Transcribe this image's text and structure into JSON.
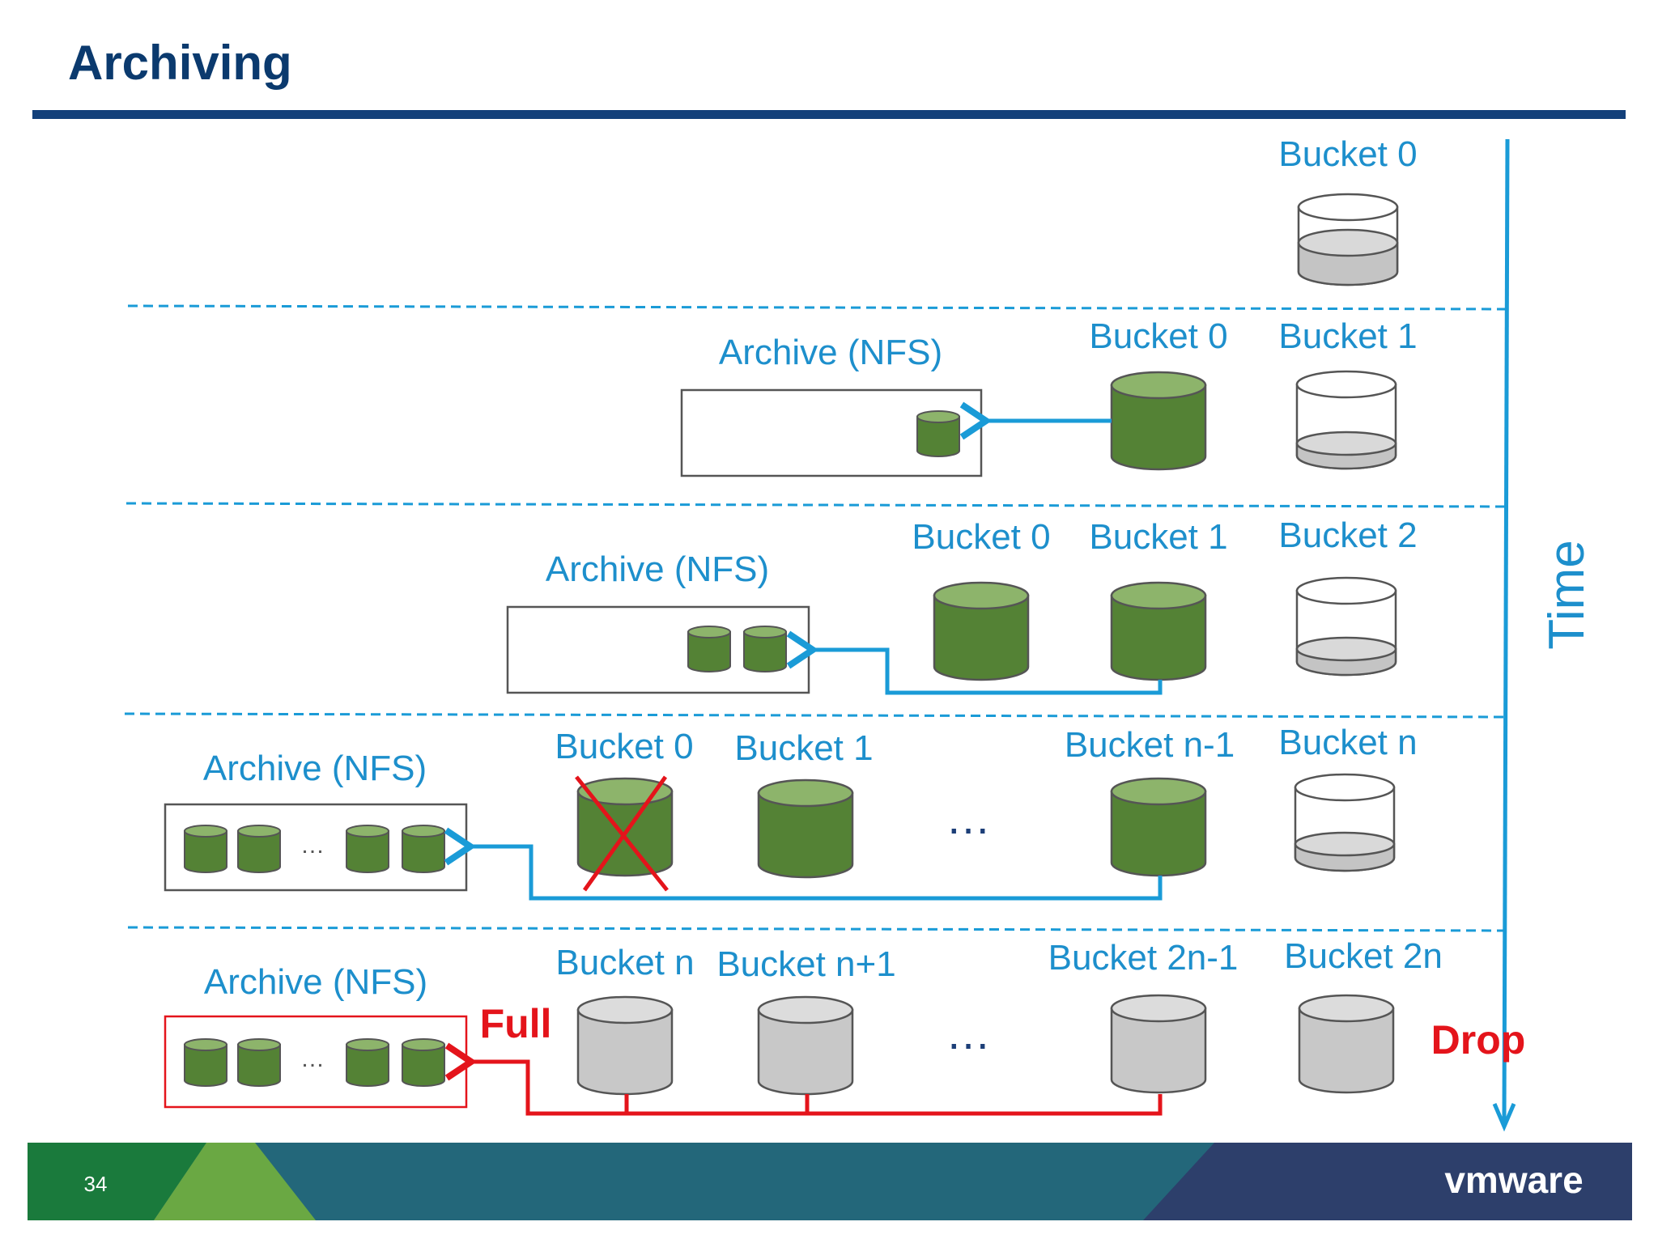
{
  "slide": {
    "title": "Archiving",
    "page_number": "34",
    "logo_text": "vmware",
    "time_label": "Time",
    "full_label": "Full",
    "drop_label": "Drop",
    "ellipsis_big": "…",
    "ellipsis_small": "…"
  },
  "colors": {
    "title": "#0b3a6e",
    "rule": "#13407a",
    "blue": "#1a9bd7",
    "label_blue": "#1d8fcc",
    "red": "#e4141b",
    "bucket_green": "#548235",
    "bucket_green_top": "#8db46b",
    "bucket_gray": "#c8c8c8",
    "footer_green": "#1a7a3c",
    "footer_teal": "#23677a",
    "footer_navy": "#2d3f6b"
  },
  "rows": [
    {
      "buckets": [
        "Bucket 0"
      ]
    },
    {
      "archive_label": "Archive (NFS)",
      "buckets": [
        "Bucket 0",
        "Bucket 1"
      ]
    },
    {
      "archive_label": "Archive (NFS)",
      "buckets": [
        "Bucket 0",
        "Bucket 1",
        "Bucket 2"
      ]
    },
    {
      "archive_label": "Archive (NFS)",
      "buckets": [
        "Bucket 0",
        "Bucket 1",
        "Bucket n-1",
        "Bucket n"
      ]
    },
    {
      "archive_label": "Archive (NFS)",
      "buckets": [
        "Bucket n",
        "Bucket n+1",
        "Bucket 2n-1",
        "Bucket 2n"
      ]
    }
  ]
}
